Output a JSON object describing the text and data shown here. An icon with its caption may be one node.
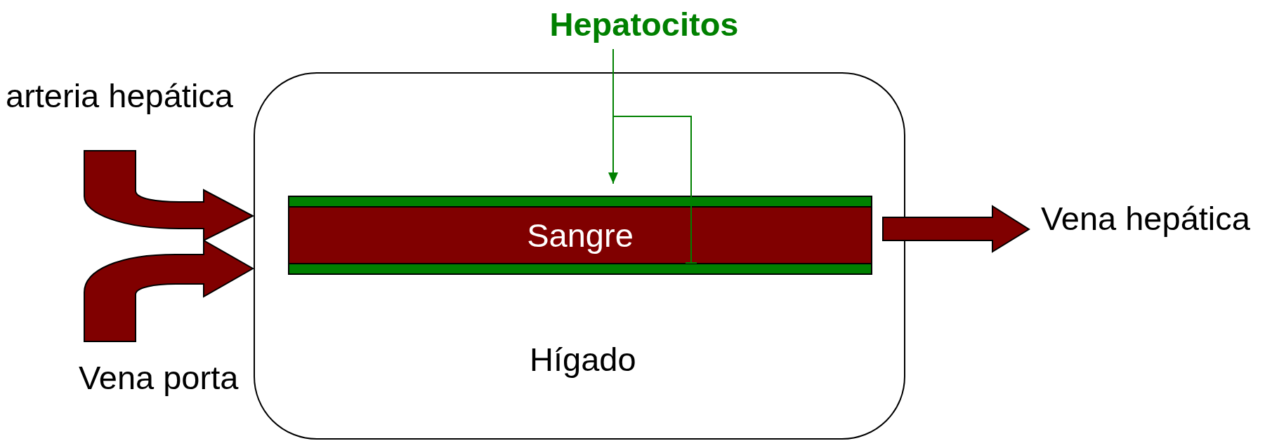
{
  "diagram": {
    "nodes": [
      {
        "text": [
          "Hígado"
        ]
      },
      {
        "text": [
          "Sangre"
        ],
        "in": 0
      },
      {
        "text": [],
        "shape": "bar",
        "in": 0
      },
      {
        "text": [],
        "shape": "bar",
        "in": 0
      },
      {
        "text": [
          "Hepatocitos"
        ]
      },
      {
        "text": [
          "arteria hepática"
        ]
      },
      {
        "text": [
          "Vena porta"
        ]
      },
      {
        "text": [
          "Vena hepática"
        ]
      }
    ],
    "edges": [
      {
        "from": 5,
        "to": 0,
        "arrow": "to",
        "style": "thick",
        "color": "#800000"
      },
      {
        "from": 6,
        "to": 0,
        "arrow": "to",
        "style": "thick",
        "color": "#800000"
      },
      {
        "from": 1,
        "to": 7,
        "arrow": "to",
        "style": "thick",
        "color": "#800000"
      },
      {
        "from": 4,
        "to": 2,
        "arrow": "to",
        "color": "#008000"
      },
      {
        "from": 4,
        "to": 3,
        "arrow": "other",
        "color": "#008000"
      }
    ]
  }
}
